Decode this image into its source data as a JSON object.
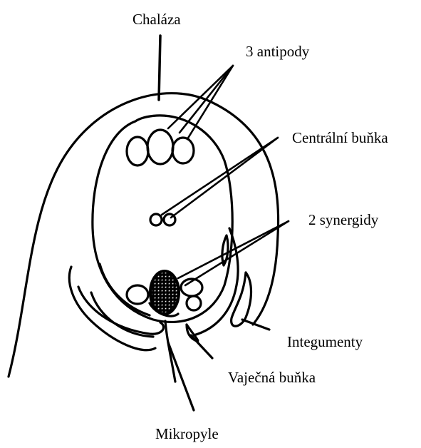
{
  "labels": {
    "chalaza": "Chaláza",
    "antipody": "3 antipody",
    "central_cell": "Centrální buňka",
    "synergidy": "2 synergidy",
    "integumenty": "Integumenty",
    "egg_cell": "Vaječná buňka",
    "mikropyle": "Mikropyle"
  },
  "colors": {
    "line": "#000000",
    "background": "#ffffff"
  }
}
